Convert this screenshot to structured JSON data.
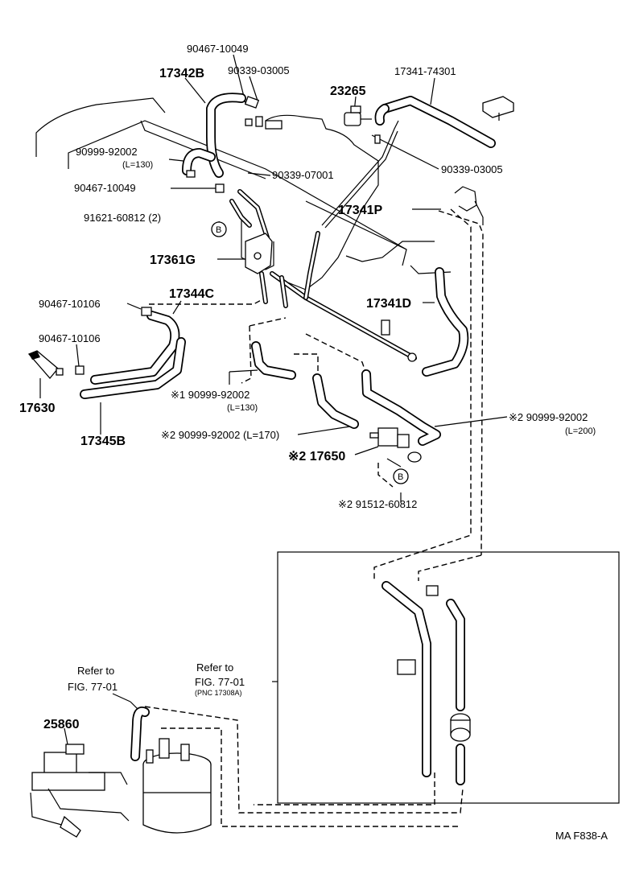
{
  "labels": {
    "p90467_10049_top": "90467-10049",
    "p17342B": "17342B",
    "p90339_03005_top": "90339-03005",
    "p23265": "23265",
    "p17341_74301": "17341-74301",
    "p90999_92002_top": "90999-92002",
    "p90999_92002_top_len": "(L=130)",
    "p90339_07001": "90339-07001",
    "p90339_03005_right": "90339-03005",
    "p90467_10049_mid": "90467-10049",
    "p17341P": "17341P",
    "p91621_60812": "91621-60812 (2)",
    "p17361G": "17361G",
    "p17344C": "17344C",
    "p90467_10106_a": "90467-10106",
    "p17341D": "17341D",
    "p90467_10106_b": "90467-10106",
    "p17630": "17630",
    "p17345B": "17345B",
    "star1_90999": "※1 90999-92002",
    "star1_len": "(L=130)",
    "star2_90999_170": "※2  90999-92002  (L=170)",
    "star2_90999_right": "※2  90999-92002",
    "star2_right_len": "(L=200)",
    "star2_17650": "※2 17650",
    "star2_91512": "※2  91512-60812",
    "circle_b": "B",
    "refer_left_1": "Refer to",
    "refer_left_2": "FIG. 77-01",
    "refer_mid_1": "Refer to",
    "refer_mid_2": "FIG. 77-01",
    "refer_mid_3": "(PNC 17308A)",
    "p25860": "25860",
    "figure_code": "MA F838-A"
  }
}
